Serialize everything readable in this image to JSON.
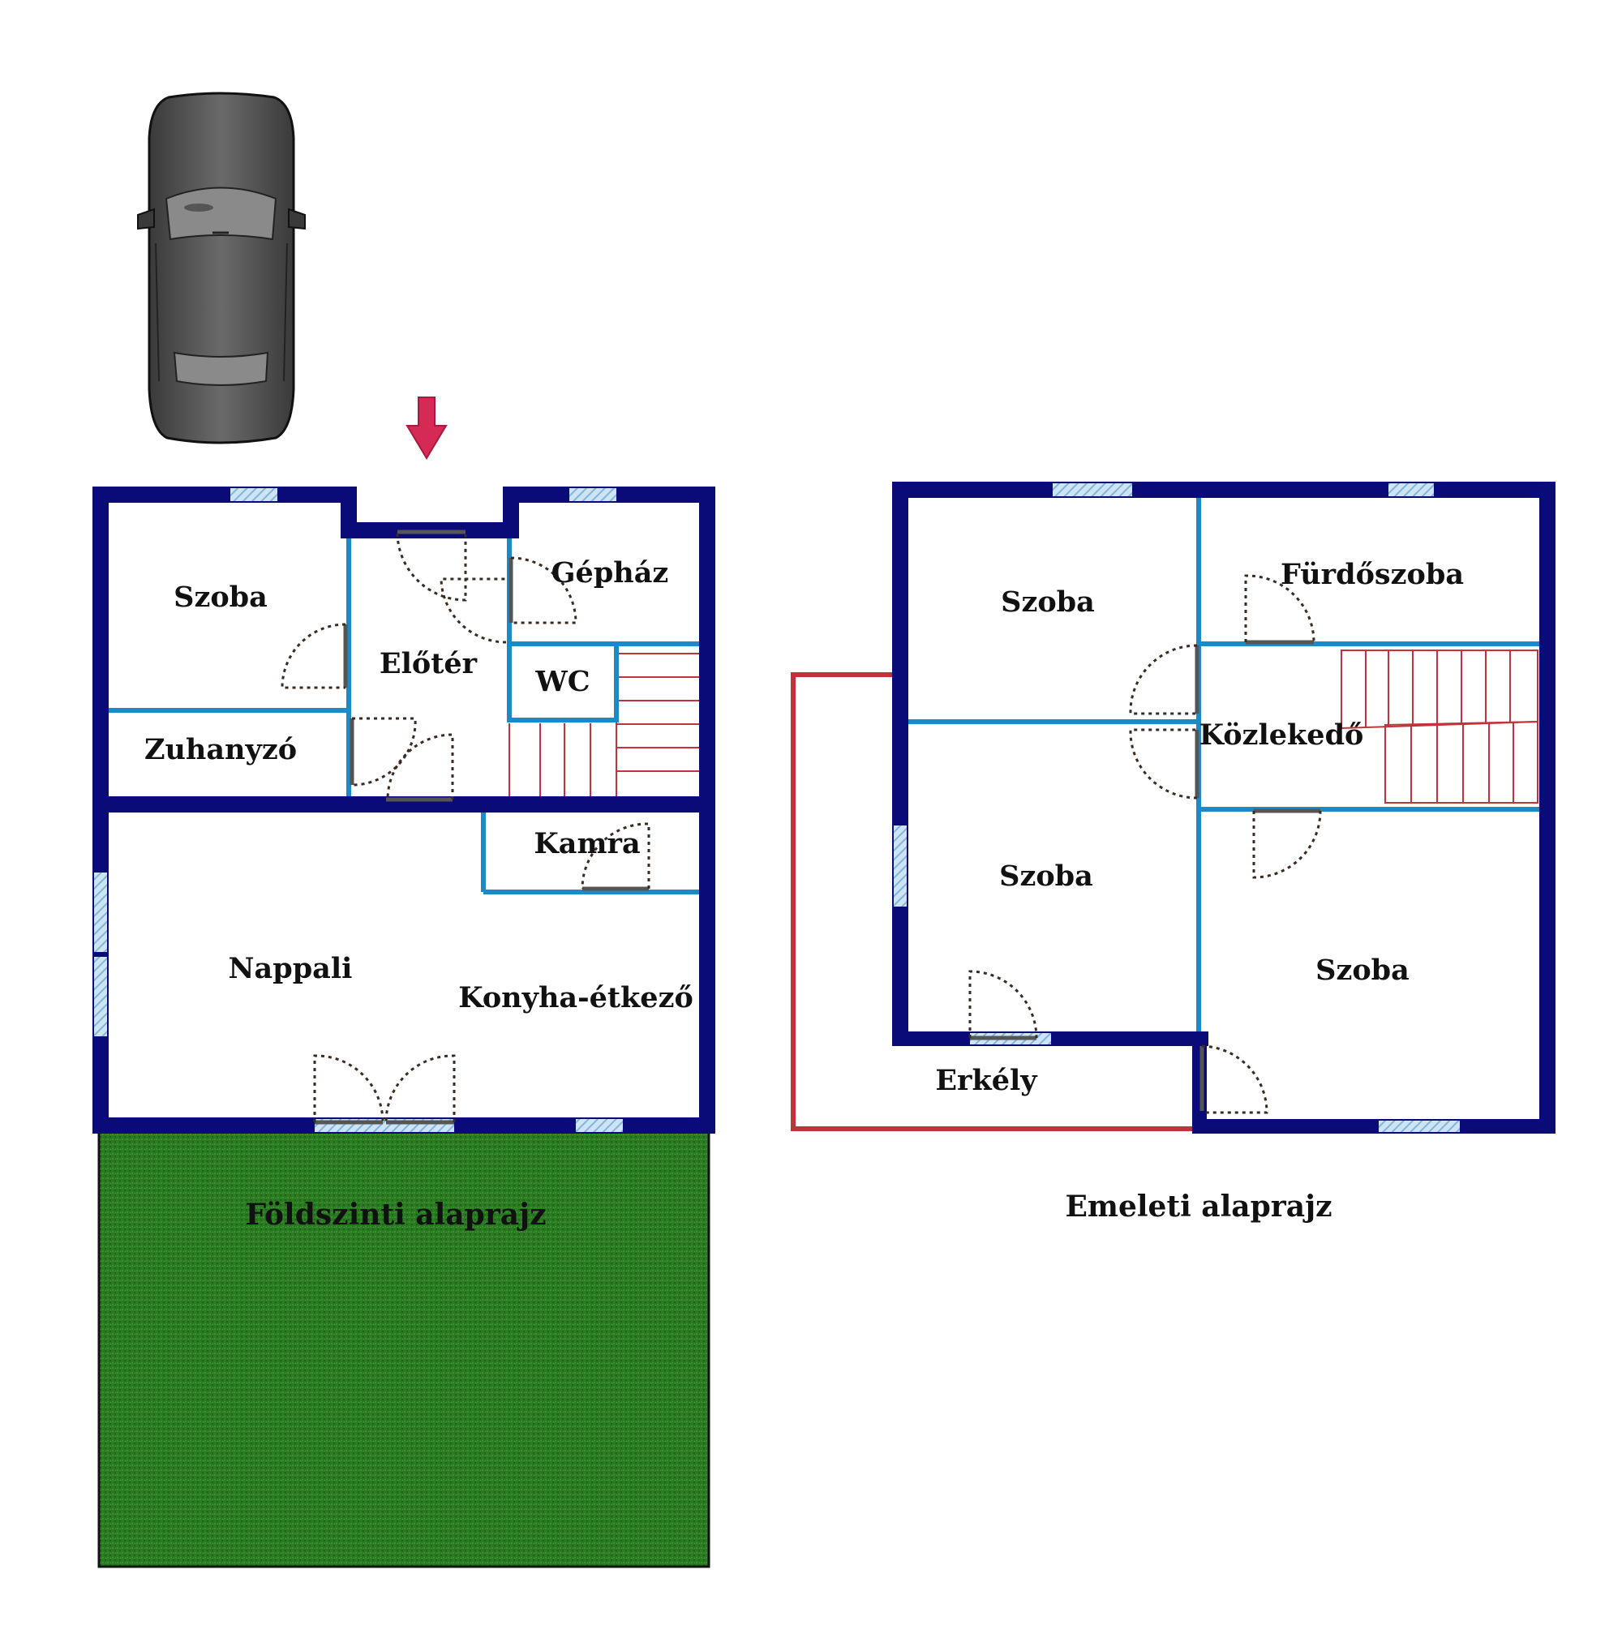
{
  "ground_floor": {
    "title": "Földszinti alaprajz",
    "rooms": {
      "szoba": "Szoba",
      "eloter": "Előtér",
      "gephaz": "Gépház",
      "wc": "WC",
      "zuhanyzo": "Zuhanyzó",
      "kamra": "Kamra",
      "nappali": "Nappali",
      "konyha": "Konyha-étkező"
    }
  },
  "upper_floor": {
    "title": "Emeleti alaprajz",
    "rooms": {
      "szoba_top": "Szoba",
      "furdoszoba": "Fürdőszoba",
      "kozlekedo": "Közlekedő",
      "szoba_middle": "Szoba",
      "szoba_right": "Szoba",
      "erkely": "Erkély"
    }
  },
  "colors": {
    "outer_wall": "#0a0a78",
    "inner_wall": "#1a8ac8",
    "stairs": "#c0333a",
    "balcony_outline": "#c0333a",
    "garden": "#2a7a22",
    "entrance_arrow": "#d42a55",
    "car_body": "#555555",
    "window": "#a8cfe8"
  },
  "icons": [
    "car-icon",
    "entrance-arrow-icon",
    "garden-area"
  ]
}
